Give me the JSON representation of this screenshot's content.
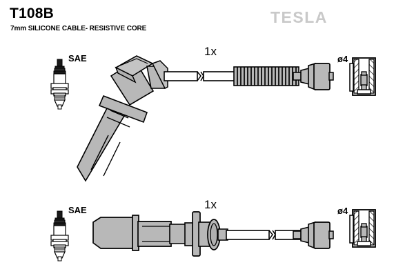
{
  "header": {
    "part_number": "T108B",
    "description": "7mm SILICONE CABLE- RESISTIVE CORE",
    "brand": "TESLA"
  },
  "assemblies": [
    {
      "id": "upper-assembly",
      "plug_standard_label": "SAE",
      "quantity_label": "1x",
      "terminal_diameter_label": "ø4",
      "plug_icon": "spark-plug-icon",
      "boot_type": "angled-boot",
      "sleeve": "corrugated-heat-sleeve",
      "break_symbol": "cable-break-symbol"
    },
    {
      "id": "lower-assembly",
      "plug_standard_label": "SAE",
      "quantity_label": "1x",
      "terminal_diameter_label": "ø4",
      "plug_icon": "spark-plug-icon",
      "boot_type": "straight-boot",
      "sleeve": "flange-disc-pair",
      "break_symbol": "cable-break-symbol"
    }
  ],
  "colors": {
    "part_gray": "#b8b8b8",
    "outline": "#000000",
    "background": "#ffffff",
    "logo_gray": "#c9c9c9"
  }
}
